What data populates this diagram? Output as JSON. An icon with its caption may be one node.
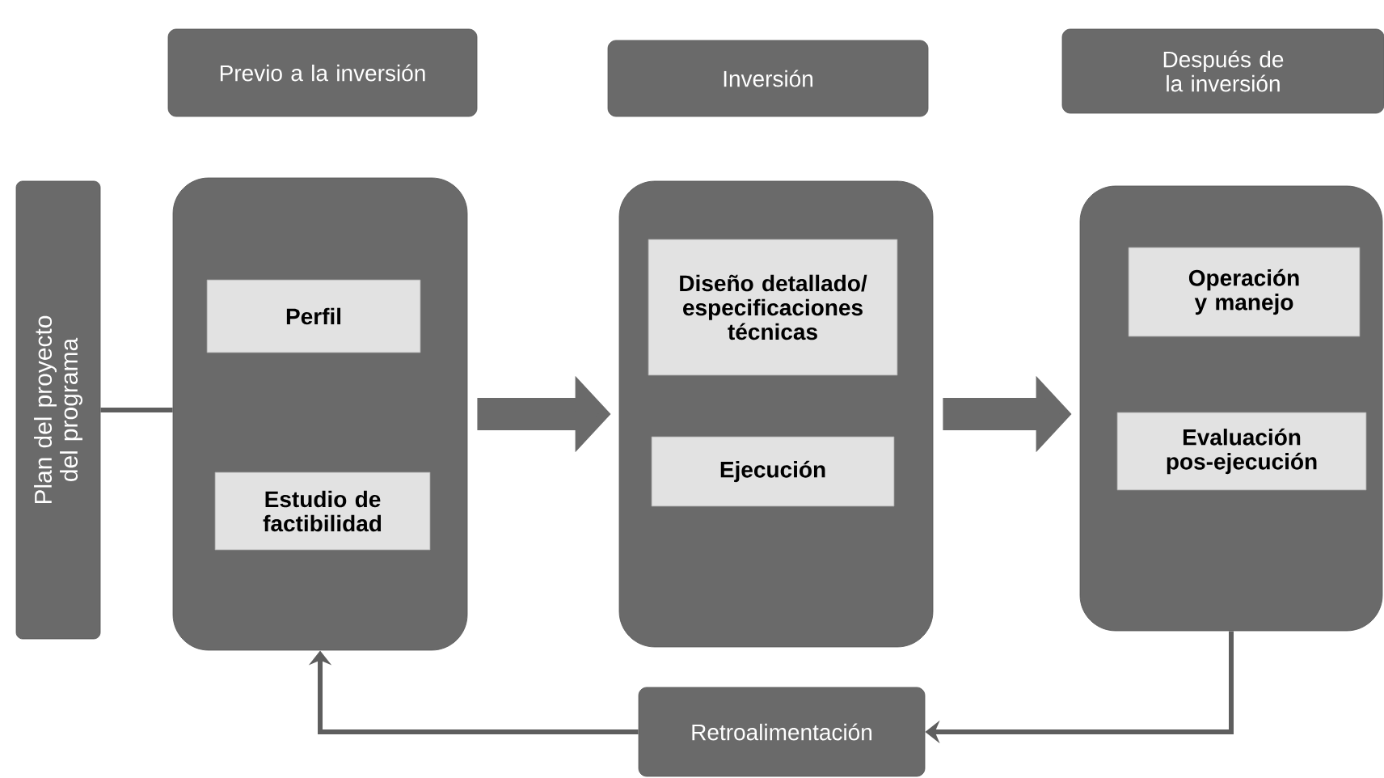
{
  "diagram": {
    "nodes": [
      {
        "text": [
          "Previo a la inversión"
        ]
      },
      {
        "text": [
          "Inversión"
        ]
      },
      {
        "text": [
          "Después de la inversión"
        ]
      },
      {
        "text": [
          "Plan del proyecto del programa"
        ]
      },
      {
        "text": [],
        "shape": "box"
      },
      {
        "text": [
          "Perfil"
        ],
        "in": 4
      },
      {
        "text": [
          "Estudio de factibilidad"
        ],
        "in": 4
      },
      {
        "text": [],
        "shape": "box"
      },
      {
        "text": [
          "Diseño detallado/ especificaciones técnicas"
        ],
        "in": 7
      },
      {
        "text": [
          "Ejecución"
        ],
        "in": 7
      },
      {
        "text": [],
        "shape": "box"
      },
      {
        "text": [
          "Operación y manejo"
        ],
        "in": 10
      },
      {
        "text": [
          "Evaluación pos-ejecución"
        ],
        "in": 10
      },
      {
        "text": [
          "Retroalimentación"
        ]
      }
    ],
    "edges": [
      {
        "from": 3,
        "to": 4,
        "arrow": "none"
      },
      {
        "from": 4,
        "to": 7,
        "arrow": "to",
        "style": "thick"
      },
      {
        "from": 7,
        "to": 10,
        "arrow": "to",
        "style": "thick"
      },
      {
        "from": 10,
        "to": 13,
        "arrow": "to"
      },
      {
        "from": 13,
        "to": 4,
        "arrow": "to"
      }
    ]
  }
}
